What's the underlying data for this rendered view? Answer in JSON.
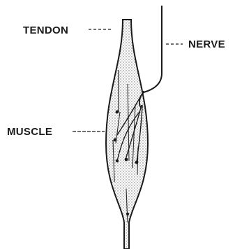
{
  "labels": {
    "tendon": "TENDON",
    "nerve": "NERVE",
    "muscle": "MUSCLE"
  },
  "colors": {
    "ink": "#1a1a1a",
    "stipple": "#555555",
    "background": "#ffffff"
  }
}
